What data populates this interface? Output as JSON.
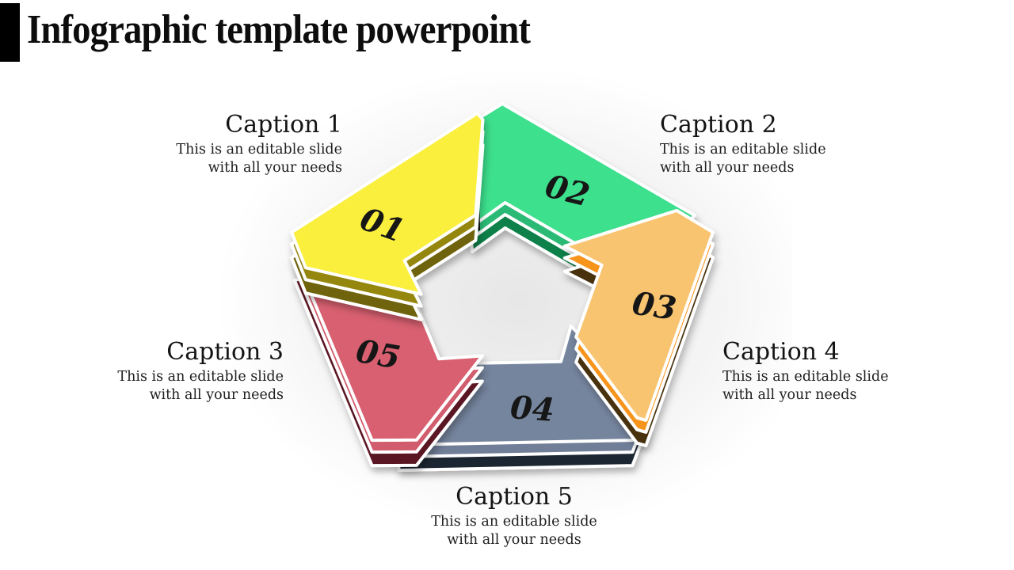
{
  "title": "Infographic template powerpoint",
  "captions": [
    {
      "heading": "Caption 1",
      "line1": "This is an editable slide",
      "line2": "with all your needs"
    },
    {
      "heading": "Caption 2",
      "line1": "This is an editable slide",
      "line2": "with all your needs"
    },
    {
      "heading": "Caption 3",
      "line1": "This is an editable slide",
      "line2": "with all your needs"
    },
    {
      "heading": "Caption 4",
      "line1": "This is an editable slide",
      "line2": "with all your needs"
    },
    {
      "heading": "Caption 5",
      "line1": "This is an editable slide",
      "line2": "with all your needs"
    }
  ],
  "pieces": [
    {
      "number": "01",
      "color_name": "yellow",
      "face": "#FAEF3D",
      "side": "#95860A",
      "side_dark": "#6F6407"
    },
    {
      "number": "02",
      "color_name": "green",
      "face": "#3EE08D",
      "side": "#2CBA74",
      "side_dark": "#0E8149"
    },
    {
      "number": "03",
      "color_name": "orange",
      "face": "#F9C46F",
      "side": "#F7941E",
      "side_dark": "#46300F"
    },
    {
      "number": "04",
      "color_name": "blue-gray",
      "face": "#76859E",
      "side": "#6F7E98",
      "side_dark": "#1D2733"
    },
    {
      "number": "05",
      "color_name": "rose",
      "face": "#D86070",
      "side": "#D15C6D",
      "side_dark": "#5A1524"
    }
  ],
  "colors": {
    "gap_shadow": "#0A0A0A",
    "accent_bar": "#000000",
    "background": "#FFFFFF"
  }
}
